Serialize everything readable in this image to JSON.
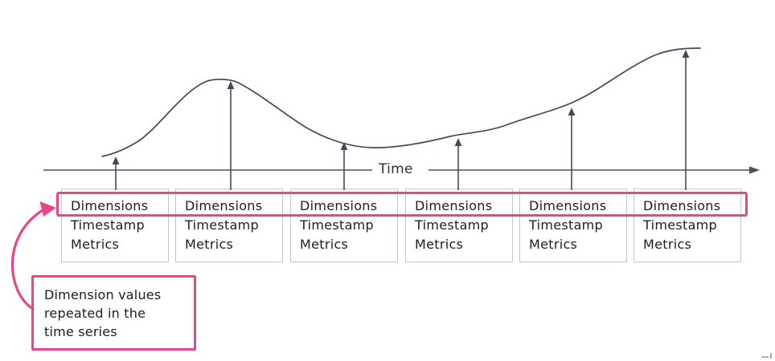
{
  "axis": {
    "label": "Time"
  },
  "records": [
    {
      "fields": [
        "Dimensions",
        "Timestamp",
        "Metrics"
      ]
    },
    {
      "fields": [
        "Dimensions",
        "Timestamp",
        "Metrics"
      ]
    },
    {
      "fields": [
        "Dimensions",
        "Timestamp",
        "Metrics"
      ]
    },
    {
      "fields": [
        "Dimensions",
        "Timestamp",
        "Metrics"
      ]
    },
    {
      "fields": [
        "Dimensions",
        "Timestamp",
        "Metrics"
      ]
    },
    {
      "fields": [
        "Dimensions",
        "Timestamp",
        "Metrics"
      ]
    }
  ],
  "callout": {
    "lines": [
      "Dimension values",
      "repeated in the",
      "time series"
    ]
  },
  "colors": {
    "accent_pink": "#E8468B",
    "diagram_line": "#434956",
    "box_border": "#C2C7D0",
    "text": "#1D1D1F"
  }
}
